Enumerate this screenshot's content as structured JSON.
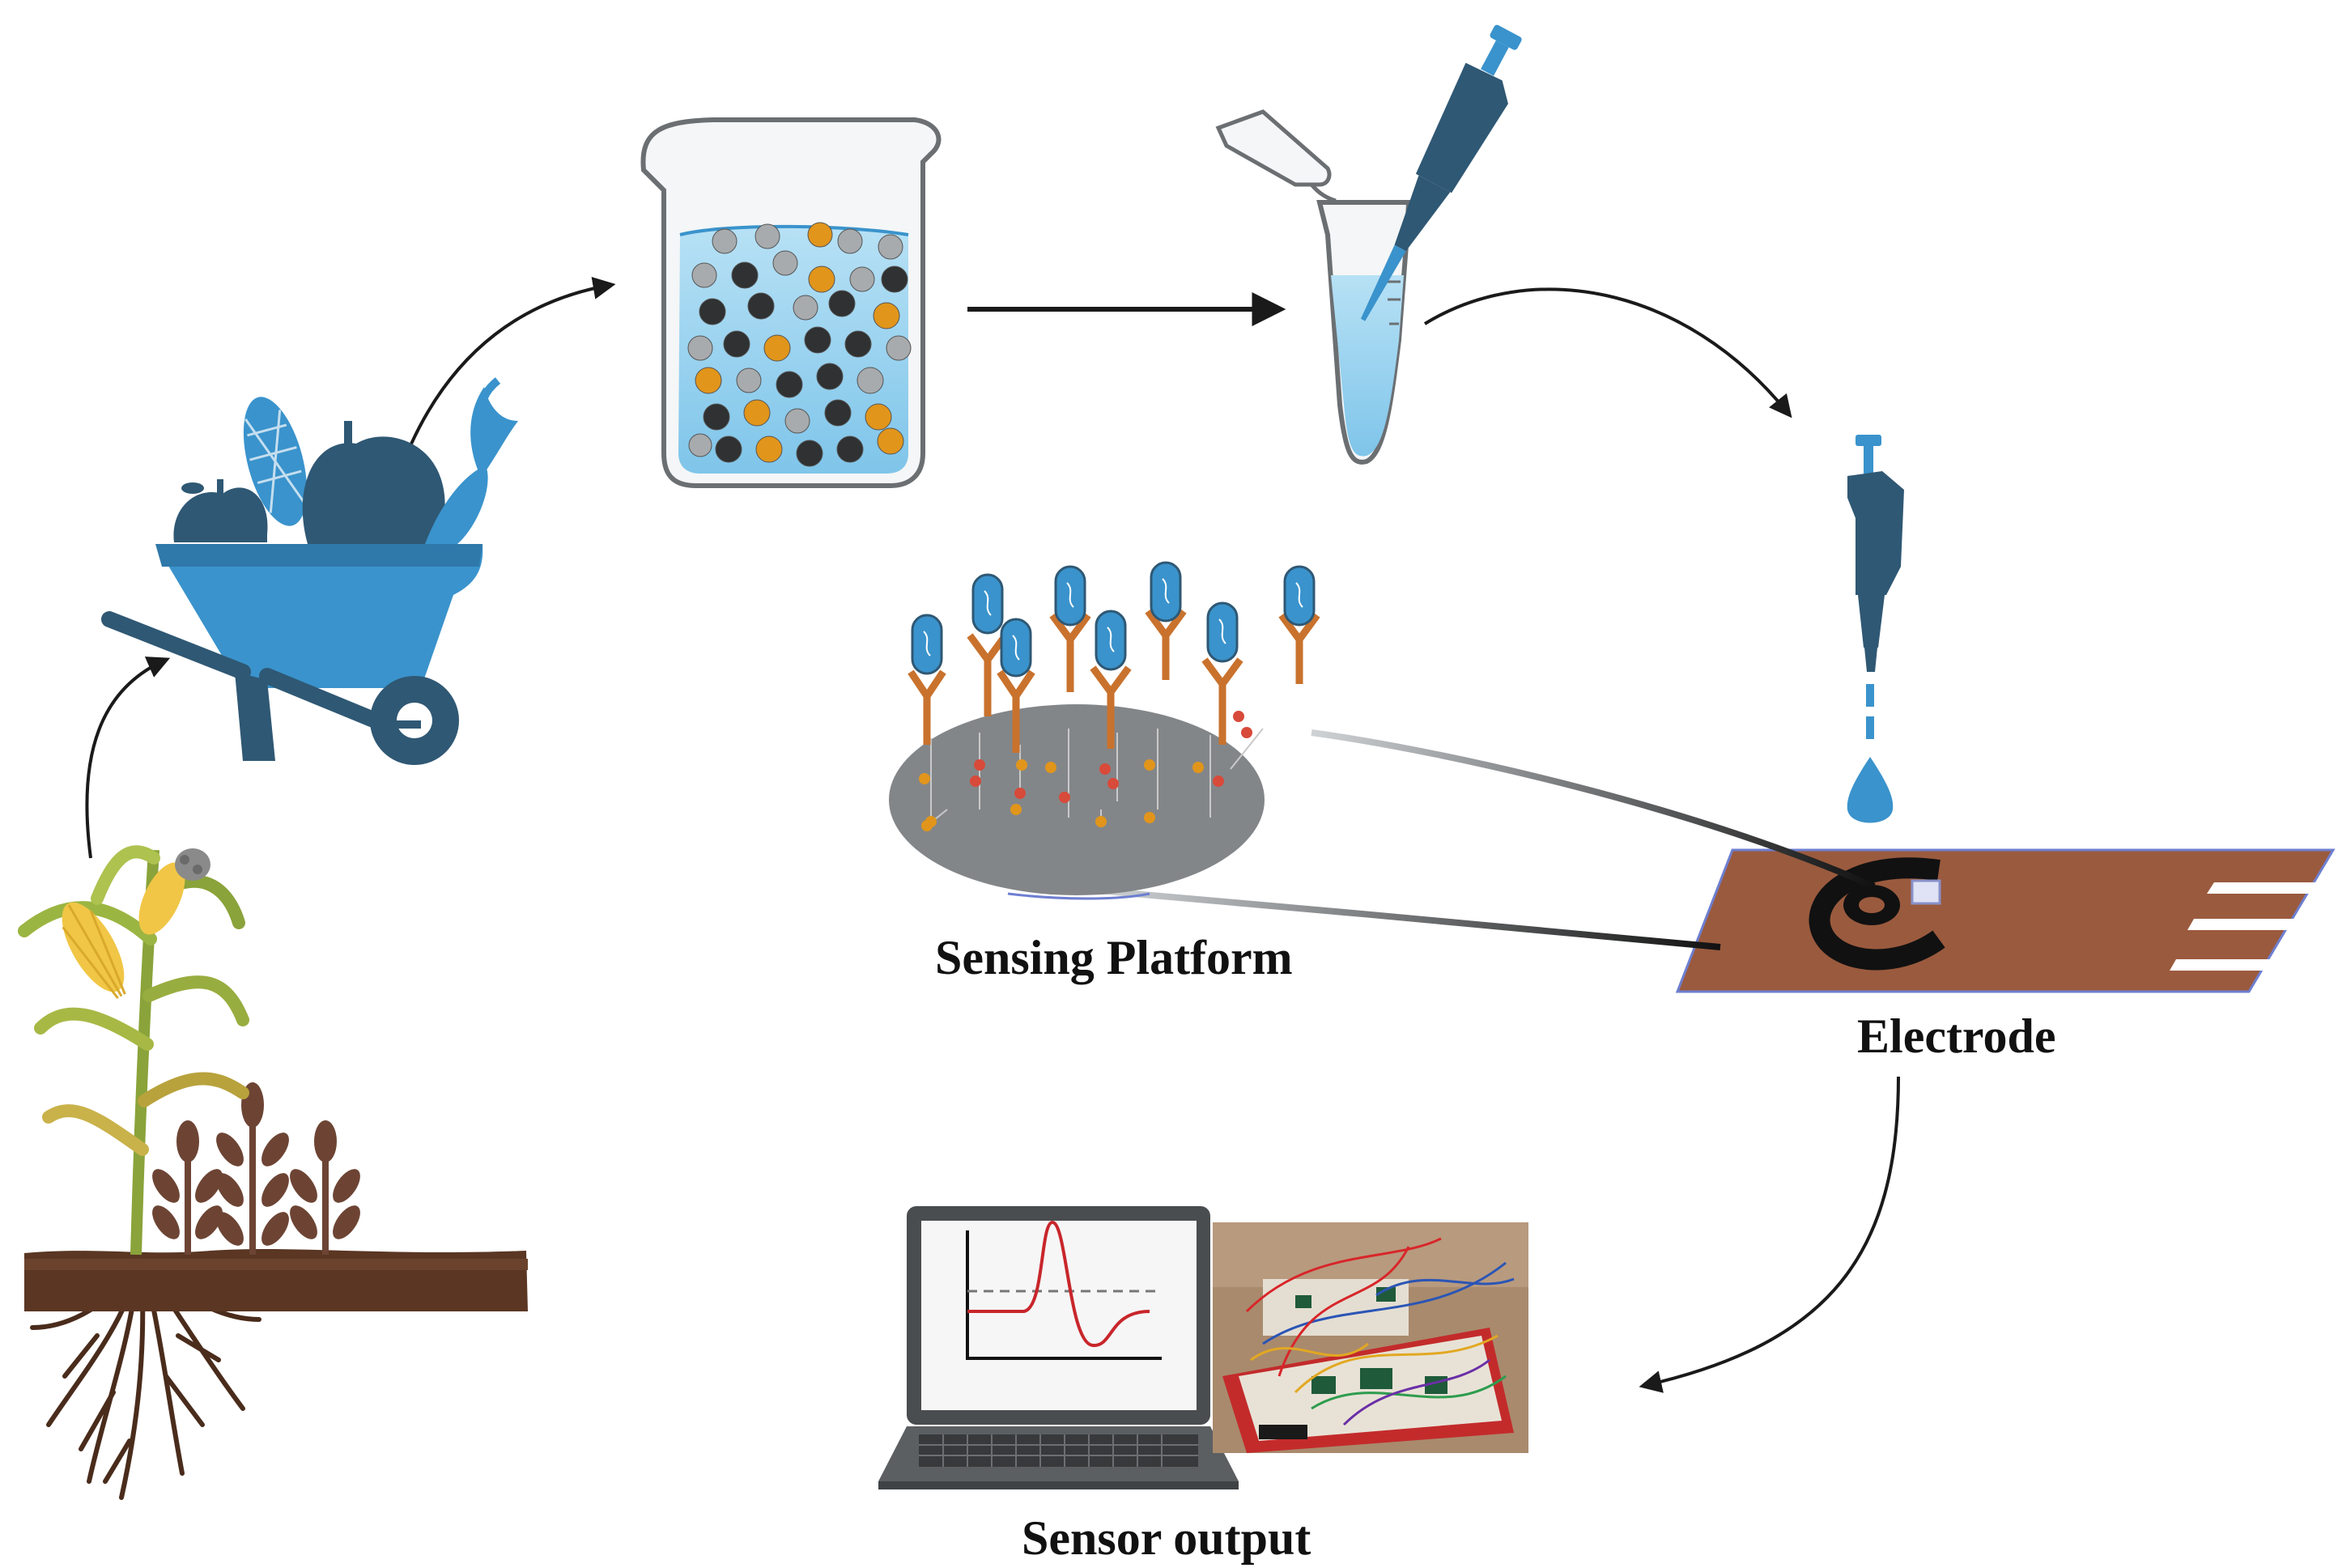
{
  "labels": {
    "sensing_platform": "Sensing Platform",
    "electrode": "Electrode",
    "sensor_output": "Sensor output"
  },
  "colors": {
    "blue": "#3a93cc",
    "dark_slate": "#2f5874",
    "soil": "#5a3623",
    "electrode_strip": "#9a5a3e",
    "platform_grey": "#838689",
    "antibody": "#c9722d",
    "nanoparticle_black": "#2f3132",
    "nanoparticle_orange": "#e1951b",
    "nanoparticle_grey": "#a8abad"
  },
  "icons": [
    "corn-plant-icon",
    "wheelbarrow-produce-icon",
    "beaker-nanoparticles-icon",
    "tube-and-pipette-icon",
    "dropper-icon",
    "sensing-platform-icon",
    "electrode-strip-icon",
    "laptop-graph-icon",
    "breadboard-circuit-icon"
  ]
}
